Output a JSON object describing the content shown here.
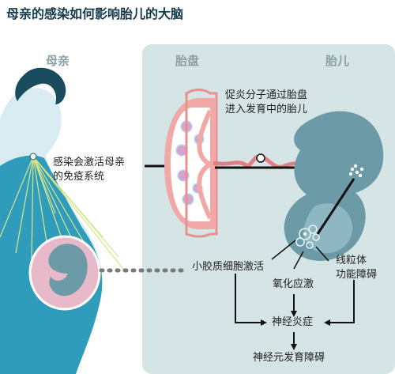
{
  "title": "母亲的感染如何影响胎儿的大脑",
  "columns": {
    "mother": "母亲",
    "placenta": "胎盘",
    "fetus": "胎儿"
  },
  "labels": {
    "mother_infection": [
      "感染会激活母亲",
      "的免疫系统"
    ],
    "inflammatory_molecules": [
      "促炎分子通过胎盘",
      "进入发育中的胎儿"
    ],
    "microglia": "小胶质细胞激活",
    "oxidative_stress": "氧化应激",
    "mitochondria": [
      "线粒体",
      "功能障碍"
    ],
    "neuroinflammation": "神经炎症",
    "neurodevelopment": "神经元发育障碍"
  },
  "colors": {
    "panel": "#d5e4e4",
    "mother_body": "#2f9cbc",
    "mother_skin": "#d9ecf1",
    "placenta": "#f1a9a8",
    "fetus": "#6c9aa7",
    "rays": "#d8e68a"
  }
}
